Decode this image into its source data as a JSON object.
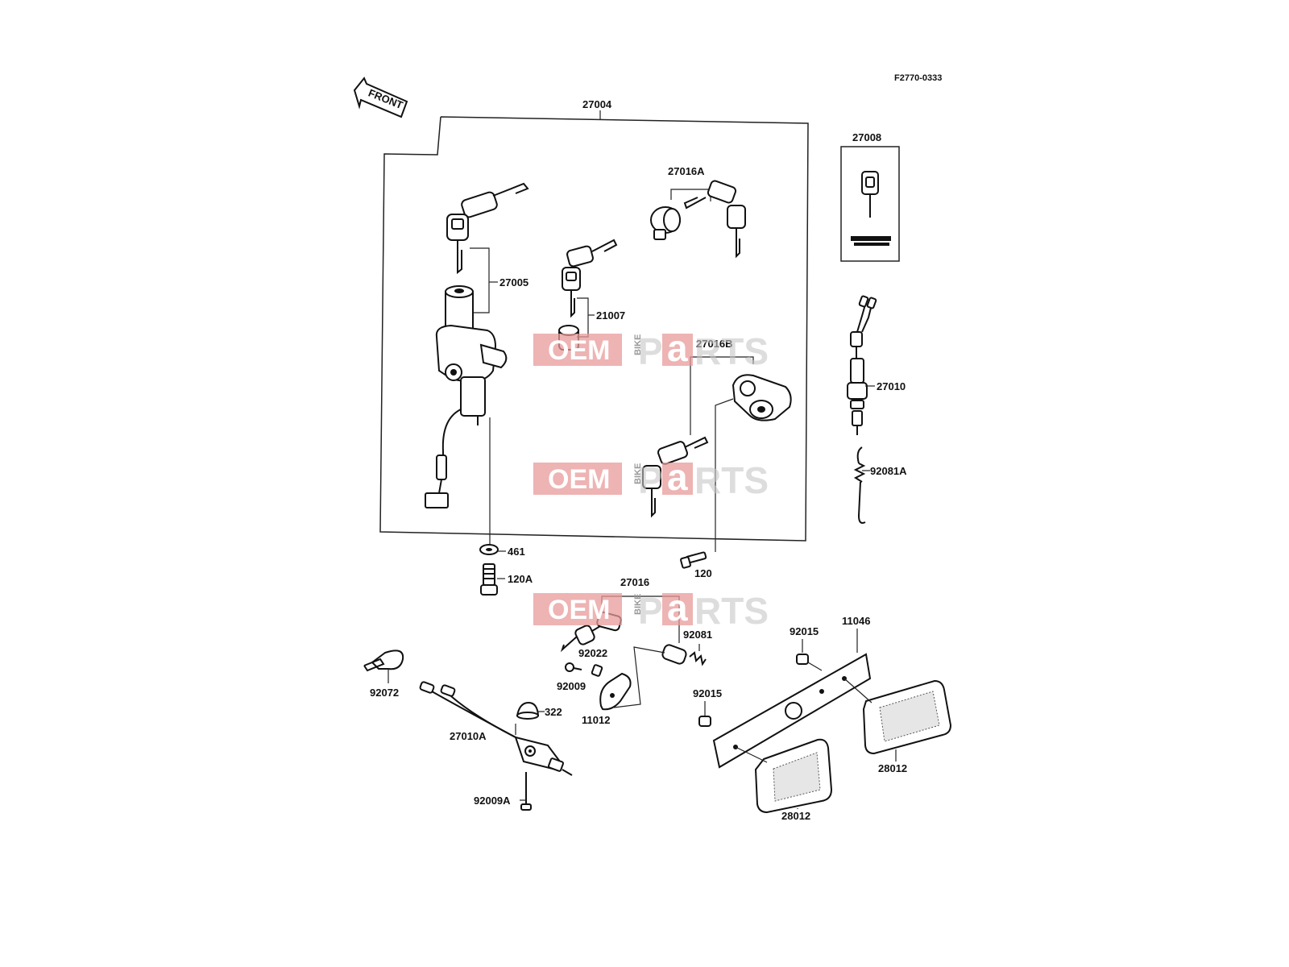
{
  "figure_code": "F2770-0333",
  "front_label": "FRONT",
  "watermark": {
    "brand_left": "OEM",
    "brand_mid": "BIKE",
    "brand_a": "a",
    "brand_right_1": "P",
    "brand_right_2": "RTS"
  },
  "labels": {
    "p27004": "27004",
    "p27008": "27008",
    "p27016A": "27016A",
    "p27005": "27005",
    "p21007": "21007",
    "p27016B": "27016B",
    "p27010": "27010",
    "p92081A": "92081A",
    "p461": "461",
    "p120A": "120A",
    "p120": "120",
    "p27016": "27016",
    "p92081": "92081",
    "p92022": "92022",
    "p92009": "92009",
    "p11012": "11012",
    "p92072": "92072",
    "p322": "322",
    "p27010A": "27010A",
    "p92009A": "92009A",
    "p92015a": "92015",
    "p92015b": "92015",
    "p11046": "11046",
    "p28012a": "28012",
    "p28012b": "28012"
  }
}
